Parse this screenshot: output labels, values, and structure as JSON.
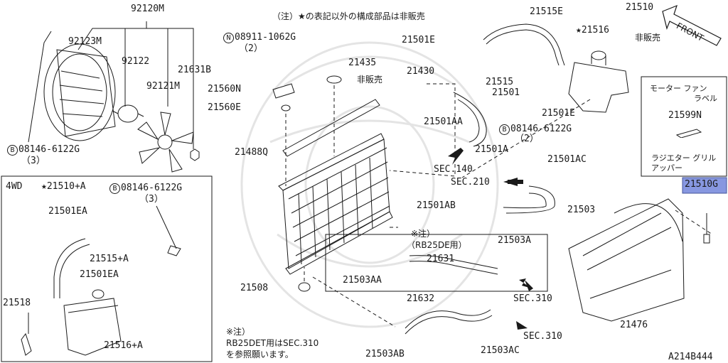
{
  "header": {
    "note": "（注）★の表記以外の構成部品は非販売",
    "front": "FRONT"
  },
  "parts": {
    "p92120M": "92120M",
    "p92123M": "92123M",
    "p92122": "92122",
    "p92121M": "92121M",
    "p21631B": "21631B",
    "bolt_fan_code": "08146-6122G",
    "bolt_fan_qty": "（3）",
    "nut_code": "08911-1062G",
    "nut_qty": "（2）",
    "p21435": "21435",
    "p21430": "21430",
    "hi_hanbai_cap": "非販売",
    "p21560N": "21560N",
    "p21560E": "21560E",
    "p21488Q": "21488Q",
    "p21508": "21508",
    "p21515E": "21515E",
    "p21510": "21510",
    "p21516_star": "★21516",
    "hi_hanbai_tank": "非販売",
    "p21501E_top": "21501E",
    "p21515": "21515",
    "p21501": "21501",
    "p21501E_mid": "21501E",
    "p21501AA": "21501AA",
    "bolt_tank_code": "08146-6122G",
    "bolt_tank_qty": "（2）",
    "p21501A": "21501A",
    "sec140": "SEC.140",
    "p21501AC": "21501AC",
    "sec210": "SEC.210",
    "p21501AB": "21501AB",
    "p21503": "21503",
    "note_rb25de": "※注）",
    "rb25de": "（RB25DE用）",
    "p21503A": "21503A",
    "p21503AA": "21503AA",
    "p21631": "21631",
    "sec310_a": "SEC.310",
    "p21632": "21632",
    "p21503AB": "21503AB",
    "p21503AC": "21503AC",
    "sec310_b": "SEC.310",
    "p21476": "21476",
    "p21510G": "21510G",
    "footnote_1": "※注）",
    "footnote_2": "RB25DET用はSEC.310",
    "footnote_3": "を参照願います。",
    "fig_code": "A214B444"
  },
  "label_box": {
    "title_1": "モーター ファン",
    "title_2": "ラベル",
    "p21599N": "21599N",
    "sub_1": "ラジエター グリル",
    "sub_2": "アッパー"
  },
  "inset_4wd": {
    "title": "4WD",
    "p21510A": "★21510+A",
    "bolt_code": "08146-6122G",
    "bolt_qty": "（3）",
    "p21501EA_1": "21501EA",
    "p21515A": "21515+A",
    "p21501EA_2": "21501EA",
    "p21518": "21518",
    "p21516A": "21516+A"
  },
  "circle_letters": {
    "B": "B",
    "N": "N"
  },
  "colors": {
    "line": "#1a1a1a",
    "highlight": "#7f8fd6",
    "watermark": "#e6e6e6"
  }
}
